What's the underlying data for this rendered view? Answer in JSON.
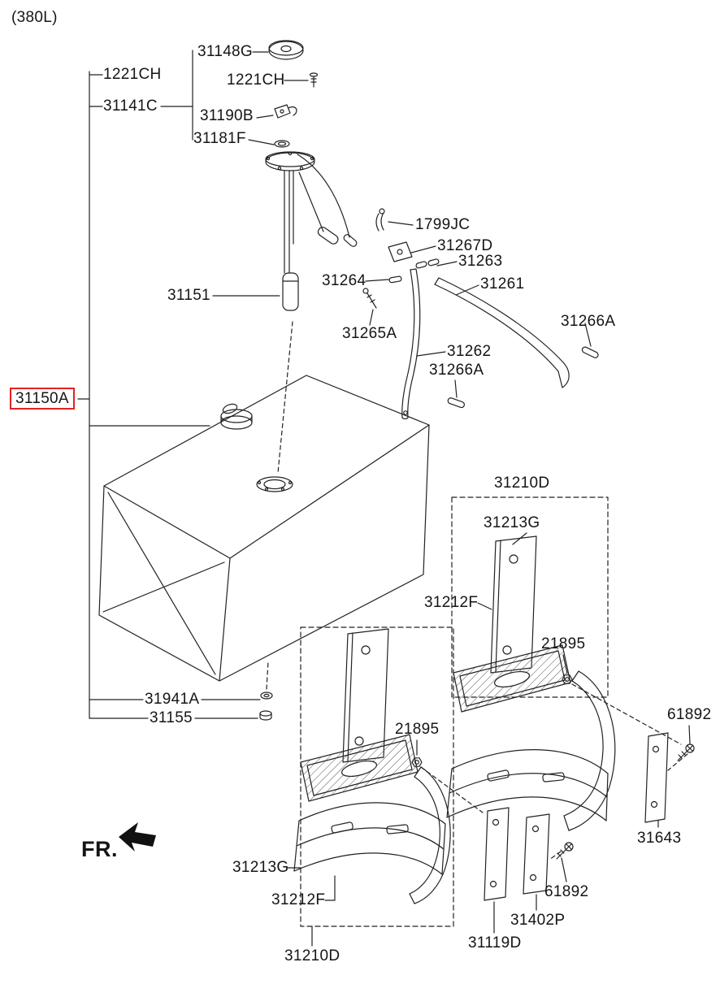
{
  "diagram": {
    "variant_label": "(380L)",
    "direction_label": "FR.",
    "highlighted_part": "31150A",
    "highlight_color": "#e02323",
    "line_color": "#222222"
  },
  "parts": {
    "filler_cap": "31148G",
    "bolt_1221ch_left": "1221CH",
    "bolt_1221ch": "1221CH",
    "sender_group_31141c": "31141C",
    "sender_bracket_31190b": "31190B",
    "lock_ring_31181f": "31181F",
    "clip_1799jc": "1799JC",
    "bracket_31267d": "31267D",
    "pad_31263": "31263",
    "pin_31264": "31264",
    "band_31261": "31261",
    "sender_31151": "31151",
    "bolt_31265a": "31265A",
    "pin_31266a_right": "31266A",
    "band_31262": "31262",
    "pin_31266a_lower": "31266A",
    "tank_31150a": "31150A",
    "step_assy_upper": "31210D",
    "step_bracket_upper": "31213G",
    "step_plate_upper": "31212F",
    "nut_21895_upper": "21895",
    "screw_61892_right": "61892",
    "grommet_31941a": "31941A",
    "plug_31155": "31155",
    "nut_21895_lower": "21895",
    "step_bracket_lower": "31213G",
    "step_plate_lower": "31212F",
    "screw_61892_lower": "61892",
    "plate_31643": "31643",
    "bracket_31402p": "31402P",
    "plate_31119d": "31119D",
    "step_assy_lower": "31210D"
  }
}
